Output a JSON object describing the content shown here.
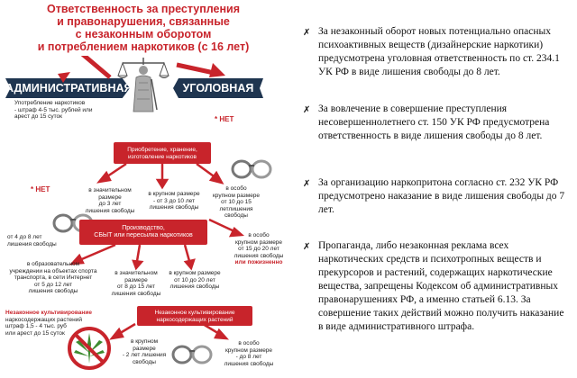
{
  "poster": {
    "title": [
      "Ответственность за преступления",
      "и правонарушения, связанные",
      "с незаконным оборотом",
      "и потреблением наркотиков (с 16 лет)"
    ],
    "admin_label": "АДМИНИСТРАТИВНАЯ",
    "criminal_label": "УГОЛОВНАЯ",
    "admin_text": [
      "Употребление наркотиков",
      "- штраф 4-5 тыс. рублей или",
      "арест до 15 суток"
    ],
    "net_1": "* НЕТ",
    "acquisition_box": [
      "Приобретение, хранение,",
      "изготовление наркотиков"
    ],
    "net_2": "* НЕТ",
    "acq_sig": [
      "в значительном",
      "размере",
      "до 3 лет",
      "лишения свободы"
    ],
    "acq_large": [
      "в крупном размере",
      "- от 3 до 10 лет",
      "лишения свободы"
    ],
    "acq_xlarge": [
      "в особо",
      "крупном размере",
      "от 10 до 15",
      "летлишения",
      "свободы"
    ],
    "up_to_8": [
      "от 4 до 8 лет",
      "лишения свободы"
    ],
    "production_box": [
      "Производство,",
      "СБЫТ или  пересылка наркотиков"
    ],
    "prod_xlarge": [
      "в особо",
      "крупном размере",
      "от 15 до 20 лет",
      "лишения свободы"
    ],
    "prod_life": "или пожизненно",
    "schools": [
      "в образовательном",
      "учреждении  на объектах спорта",
      "транспорта, в сети Интернет",
      "от 5 до 12 лет",
      "лишения свободы"
    ],
    "prod_sig": [
      "в значительном",
      "размере",
      "от 8 до 15 лет",
      "лишения свободы"
    ],
    "prod_large": [
      "в крупном размере",
      "от 10 до 20 лет",
      "лишения свободы"
    ],
    "cult_admin": [
      "Незаконное культивирование",
      "наркосодержащих растений",
      "штраф 1,5 - 4 тыс. руб",
      "или арест до 15 суток"
    ],
    "cult_box": [
      "Незаконное культивирование",
      "наркосодержащих растений"
    ],
    "cult_large": [
      "в крупном",
      "размере",
      "- 2 лет лишения",
      "свободы"
    ],
    "cult_xlarge": [
      "в особо",
      "крупном размере",
      "- до 8 лет",
      "лишения свободы"
    ]
  },
  "bullets": [
    {
      "mark": "✗",
      "text": "За незаконный  оборот новых потенциально опасных психоактивных веществ (дизайнерские наркотики) предусмотрена уголовная ответственность по ст. 234.1 УК РФ в виде лишения свободы до 8 лет."
    },
    {
      "mark": "✗",
      "text": "За вовлечение в совершение преступления несовершеннолетнего ст. 150 УК РФ предусмотрена ответственность в виде  лишения свободы до 8 лет."
    },
    {
      "mark": "✗",
      "text": "За организацию наркопритона согласно ст. 232 УК РФ предусмотрено наказание в виде лишения свободы до 7 лет."
    },
    {
      "mark": "✗",
      "text": "Пропаганда, либо незаконная реклама всех наркотических средств и психотропных веществ и прекурсоров и растений, содержащих наркотические вещества, запрещены Кодексом об административных правонарушениях РФ, а именно статьей 6.13. За совершение таких действий можно получить наказание в виде административного штрафа."
    }
  ],
  "colors": {
    "red": "#c8242b",
    "dark_blue": "#1f3550",
    "text": "#111111"
  }
}
